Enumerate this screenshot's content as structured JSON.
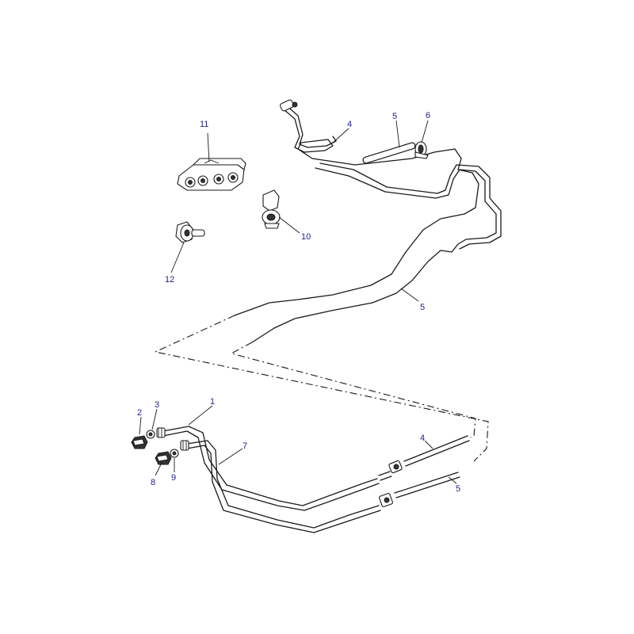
{
  "callouts": {
    "c1": "1",
    "c2": "2",
    "c3": "3",
    "c4a": "4",
    "c4b": "4",
    "c5a": "5",
    "c5b": "5",
    "c5c": "5",
    "c6": "6",
    "c7": "7",
    "c8": "8",
    "c9": "9",
    "c10": "10",
    "c11": "11",
    "c12": "12"
  },
  "colors": {
    "line": "#1a1a1a",
    "callout_text": "#1d1d8f",
    "background": "#ffffff"
  }
}
